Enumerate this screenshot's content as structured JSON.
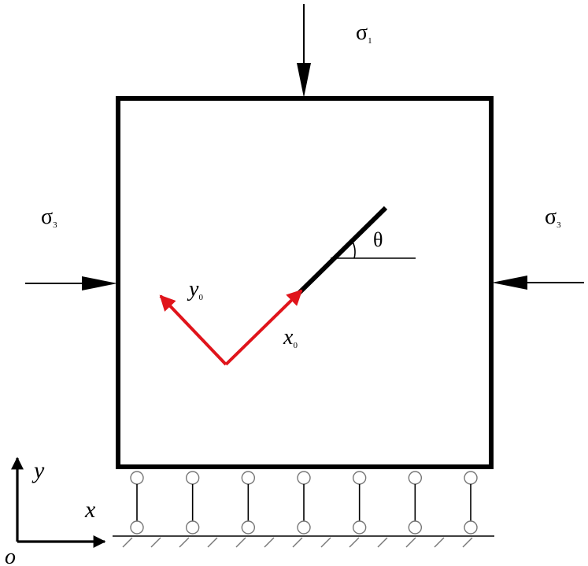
{
  "labels": {
    "sigma1": "σ",
    "sigma1_sub": "1",
    "sigma3_left": "σ",
    "sigma3_left_sub": "3",
    "sigma3_right": "σ",
    "sigma3_right_sub": "3",
    "theta": "θ",
    "y0": "y",
    "y0_sub": "0",
    "x0": "x",
    "x0_sub": "0",
    "axis_y": "y",
    "axis_x": "x",
    "origin": "o"
  },
  "colors": {
    "stroke": "#000000",
    "accent": "#e0141b"
  },
  "supports": {
    "count": 7
  }
}
